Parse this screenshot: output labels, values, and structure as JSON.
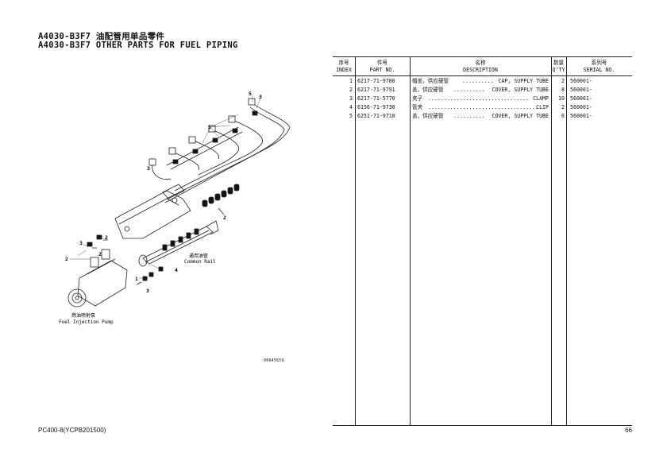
{
  "header": {
    "title_cn": "A4030-B3F7 油配管用单品零件",
    "title_en": "A4030-B3F7 OTHER PARTS FOR FUEL PIPING"
  },
  "diagram": {
    "callouts": [
      "5",
      "3",
      "5",
      "3",
      "2",
      "3",
      "2",
      "2",
      "2",
      "1",
      "3",
      "4"
    ],
    "common_rail_cn": "通用油管",
    "common_rail_en": "Common Rail",
    "pump_cn": "燃油喷射泵",
    "pump_en": "Fuel Injection Pump",
    "figure_id": "00645659"
  },
  "table": {
    "headers": {
      "index_cn": "序号",
      "index_en": "INDEX",
      "part_cn": "件号",
      "part_en": "PART NO.",
      "desc_cn": "名称",
      "desc_en": "DESCRIPTION",
      "qty_cn": "数量",
      "qty_en": "Q'TY",
      "serial_cn": "系列号",
      "serial_en": "SERIAL NO."
    },
    "rows": [
      {
        "index": "1",
        "part_no": "6217-71-9780",
        "desc_cn": "帽盖，供应硬管",
        "dots": "..........",
        "desc_en": "CAP, SUPPLY TUBE",
        "qty": "2",
        "serial": "560001-"
      },
      {
        "index": "2",
        "part_no": "6217-71-9791",
        "desc_cn": "盖，供应硬管",
        "dots": "..........",
        "desc_en": "COVER, SUPPLY TUBE",
        "qty": "8",
        "serial": "560001-"
      },
      {
        "index": "3",
        "part_no": "6217-71-5770",
        "desc_cn": "夹子",
        "dots": "................................",
        "desc_en": "CLAMP",
        "qty": "10",
        "serial": "560001-"
      },
      {
        "index": "4",
        "part_no": "6156-71-9730",
        "desc_cn": "管夹",
        "dots": "...................................",
        "desc_en": "CLIP",
        "qty": "2",
        "serial": "560001-"
      },
      {
        "index": "5",
        "part_no": "6251-71-9710",
        "desc_cn": "盖，供应硬管",
        "dots": "..........",
        "desc_en": "COVER, SUPPLY TUBE",
        "qty": "6",
        "serial": "560001-"
      }
    ]
  },
  "footer": {
    "model": "PC400-8(YCPB201500)",
    "page": "66"
  }
}
